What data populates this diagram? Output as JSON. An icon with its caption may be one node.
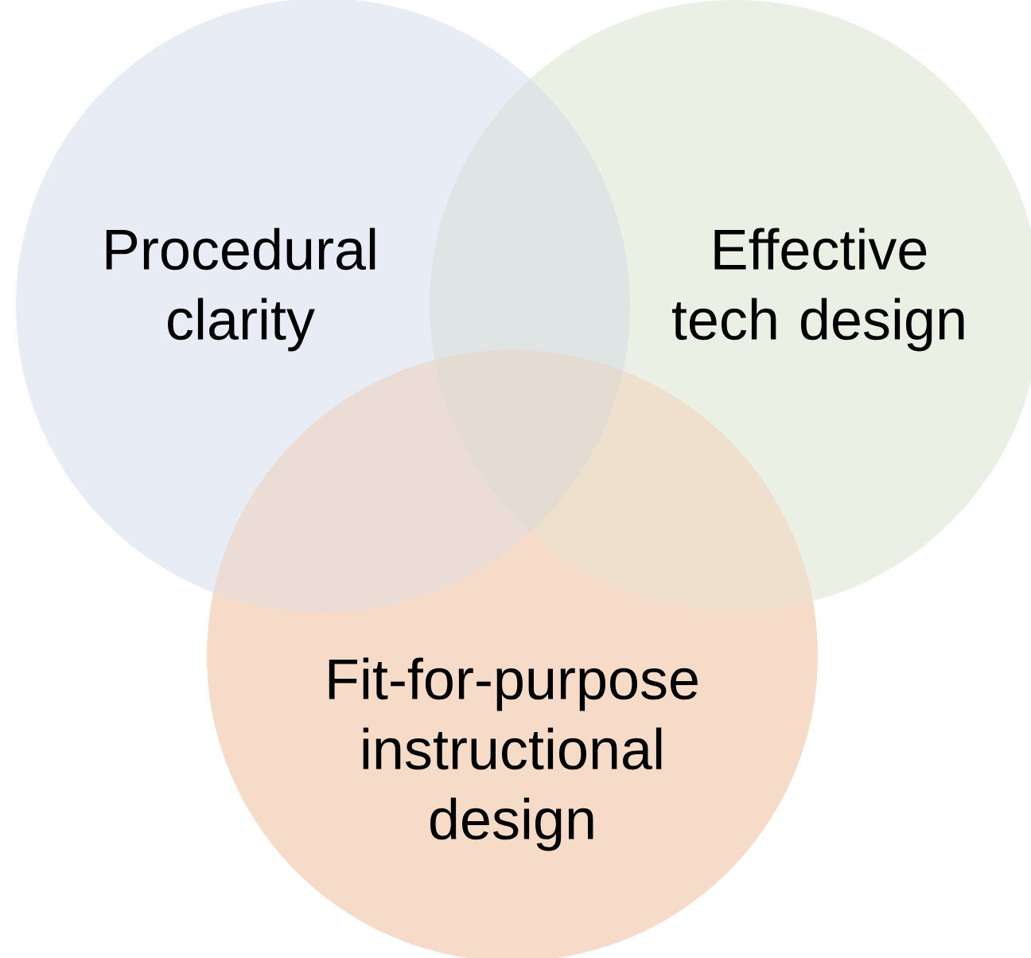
{
  "diagram": {
    "nodes": [
      {
        "text": [
          "Procedural clarity"
        ]
      },
      {
        "text": [
          "Effective tech design"
        ]
      },
      {
        "text": [
          "Fit-for-purpose instructional design"
        ]
      }
    ]
  }
}
